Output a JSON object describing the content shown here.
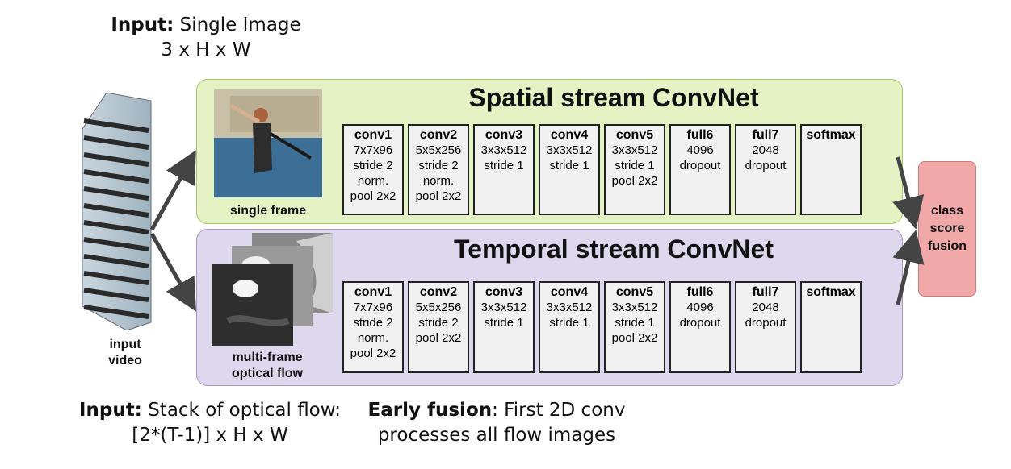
{
  "top_input": {
    "bold": "Input:",
    "text": " Single Image",
    "line2": "3 x H x W"
  },
  "bottom_input": {
    "bold": "Input:",
    "text": " Stack of optical flow:",
    "line2": "[2*(T-1)] x H x W"
  },
  "early_fusion": {
    "bold": "Early fusion",
    "text": ": First 2D conv",
    "line2": "processes all flow images"
  },
  "input_video_label": {
    "line1": "input",
    "line2": "video"
  },
  "spatial": {
    "title": "Spatial stream ConvNet",
    "image_label": "single frame",
    "layers": [
      {
        "name": "conv1",
        "lines": [
          "7x7x96",
          "stride 2",
          "norm.",
          "pool 2x2"
        ]
      },
      {
        "name": "conv2",
        "lines": [
          "5x5x256",
          "stride 2",
          "norm.",
          "pool 2x2"
        ]
      },
      {
        "name": "conv3",
        "lines": [
          "3x3x512",
          "stride 1",
          "",
          ""
        ]
      },
      {
        "name": "conv4",
        "lines": [
          "3x3x512",
          "stride 1",
          "",
          ""
        ]
      },
      {
        "name": "conv5",
        "lines": [
          "3x3x512",
          "stride 1",
          "pool 2x2",
          ""
        ]
      },
      {
        "name": "full6",
        "lines": [
          "4096",
          "dropout",
          "",
          ""
        ]
      },
      {
        "name": "full7",
        "lines": [
          "2048",
          "dropout",
          "",
          ""
        ]
      },
      {
        "name": "softmax",
        "lines": [
          "",
          "",
          "",
          ""
        ]
      }
    ]
  },
  "temporal": {
    "title": "Temporal stream ConvNet",
    "image_label_line1": "multi-frame",
    "image_label_line2": "optical flow",
    "layers": [
      {
        "name": "conv1",
        "lines": [
          "7x7x96",
          "stride 2",
          "norm.",
          "pool 2x2"
        ]
      },
      {
        "name": "conv2",
        "lines": [
          "5x5x256",
          "stride 2",
          "pool 2x2",
          ""
        ]
      },
      {
        "name": "conv3",
        "lines": [
          "3x3x512",
          "stride 1",
          "",
          ""
        ]
      },
      {
        "name": "conv4",
        "lines": [
          "3x3x512",
          "stride 1",
          "",
          ""
        ]
      },
      {
        "name": "conv5",
        "lines": [
          "3x3x512",
          "stride 1",
          "pool 2x2",
          ""
        ]
      },
      {
        "name": "full6",
        "lines": [
          "4096",
          "dropout",
          "",
          ""
        ]
      },
      {
        "name": "full7",
        "lines": [
          "2048",
          "dropout",
          "",
          ""
        ]
      },
      {
        "name": "softmax",
        "lines": [
          "",
          "",
          "",
          ""
        ]
      }
    ]
  },
  "fusion": {
    "line1": "class",
    "line2": "score",
    "line3": "fusion"
  },
  "colors": {
    "spatial_bg": "#e5f2c4",
    "temporal_bg": "#ddd8ee",
    "fusion_bg": "#f0a8a8"
  }
}
